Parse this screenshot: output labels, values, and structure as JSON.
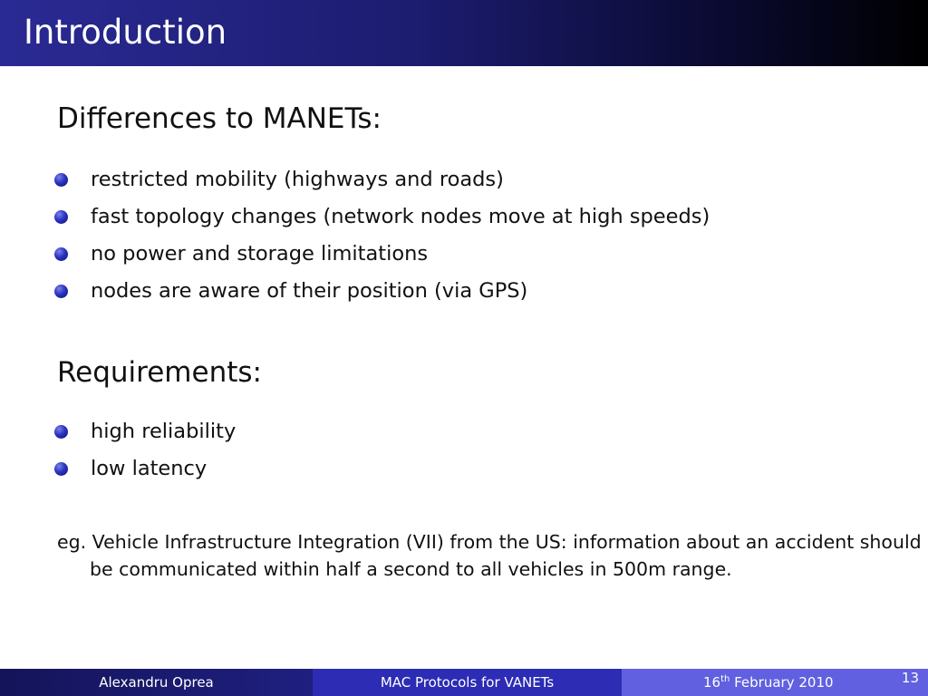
{
  "slide": {
    "title": "Introduction"
  },
  "section1": {
    "heading": "Differences to MANETs:",
    "bullets": [
      "restricted mobility (highways and roads)",
      "fast topology changes (network nodes move at high speeds)",
      "no power and storage limitations",
      "nodes are aware of their position (via GPS)"
    ]
  },
  "section2": {
    "heading": "Requirements:",
    "bullets": [
      "high reliability",
      "low latency"
    ]
  },
  "example": {
    "text": "eg. Vehicle Infrastructure Integration (VII) from the US: information about an accident should  be communicated within half a second to all vehicles in 500m range."
  },
  "footer": {
    "author": "Alexandru Oprea",
    "presentation_title": "MAC Protocols for VANETs",
    "date_day": "16",
    "date_suffix": "th",
    "date_rest": " February 2010",
    "page_number": "13"
  },
  "colors": {
    "title_bar_start": "#2a2a94",
    "title_bar_end": "#000000",
    "bullet": "#2a34c0",
    "footer_left": "#1f1f80",
    "footer_mid": "#2c2cb4",
    "footer_right": "#6060e0"
  },
  "icons": {
    "bullet": "bullet-dot-icon"
  }
}
